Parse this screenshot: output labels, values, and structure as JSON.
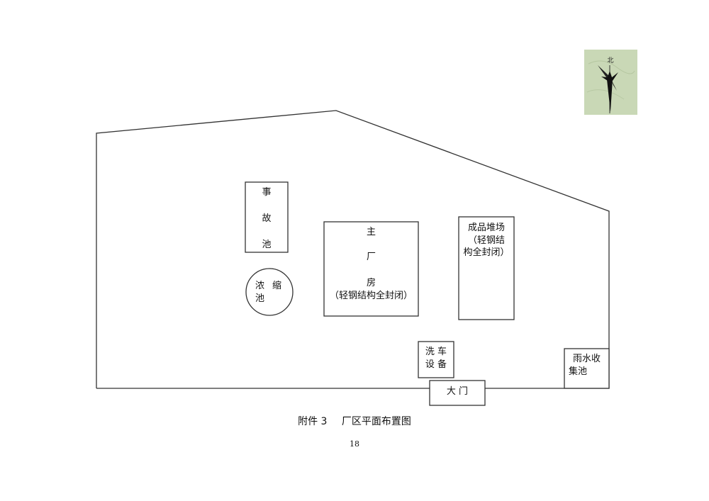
{
  "compass": {
    "north_label": "北"
  },
  "buildings": {
    "accident_pool": [
      "事",
      "故",
      "池"
    ],
    "concentration_pool": [
      "浓",
      "缩",
      "池"
    ],
    "main_plant": {
      "lines": [
        "主",
        "厂",
        "房"
      ],
      "note": "（轻钢结构全封闭）"
    },
    "product_yard": {
      "title": "成品堆场",
      "note1": "（轻钢结",
      "note2": "构全封闭）"
    },
    "car_wash": {
      "line1": "洗 车",
      "line2": "设 备"
    },
    "rain_pool": {
      "line1": "雨水收",
      "line2": "集池"
    },
    "gate": "大 门"
  },
  "caption": {
    "attachment": "附件 3",
    "title": "厂区平面布置图"
  },
  "page_number": "18"
}
